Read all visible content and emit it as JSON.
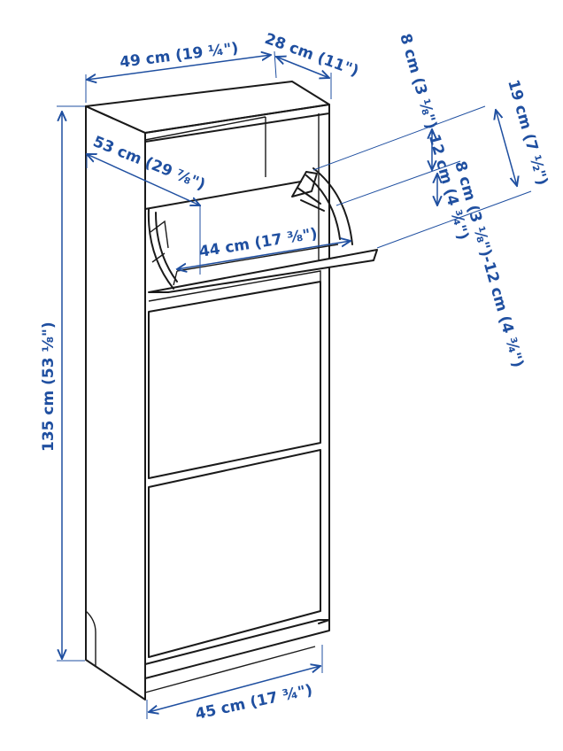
{
  "colors": {
    "dimension": "#1f4fa0",
    "outline": "#1a1a1a",
    "background": "#ffffff"
  },
  "dimensions": {
    "top_width": "49 cm (19 ¼\")",
    "top_depth": "28 cm (11\")",
    "open_depth": "53 cm (29 ⅞\")",
    "inner_width": "44 cm (17 ⅜\")",
    "height": "135 cm (53 ⅛\")",
    "bottom_width": "45 cm (17 ¾\")",
    "compartment_upper": "8 cm (3 ⅛\")-12 cm (4 ¾\")",
    "compartment_lower": "8 cm (3 ⅛\")-12 cm (4 ¾\")",
    "compartment_total": "19 cm (7 ½\")"
  }
}
